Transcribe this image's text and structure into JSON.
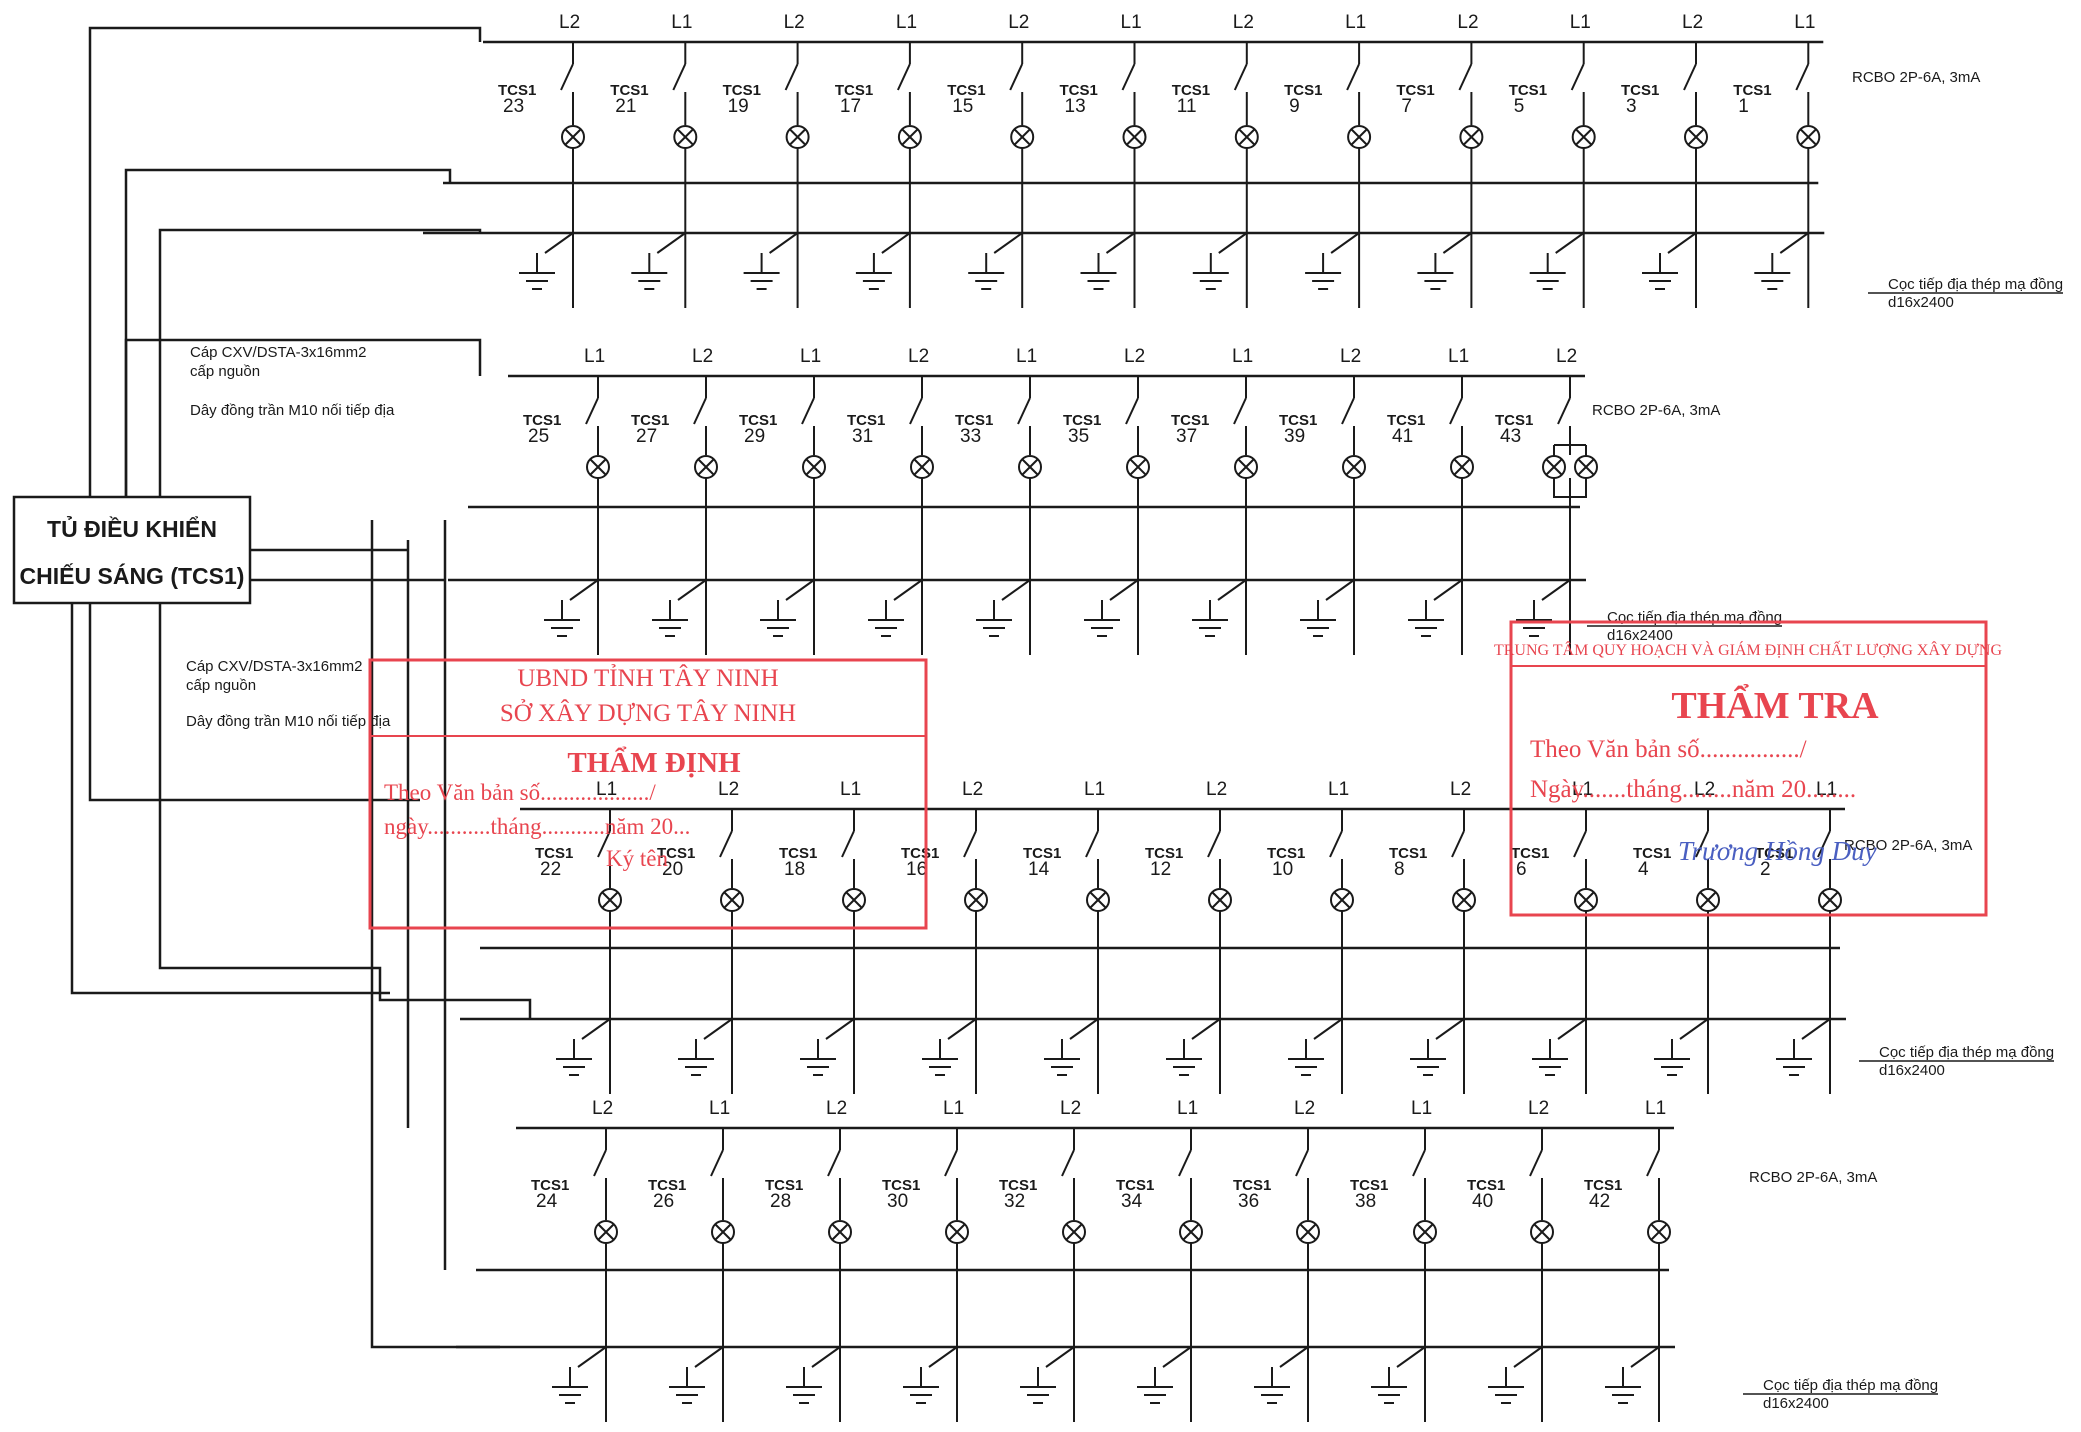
{
  "panel": {
    "line1": "TỦ ĐIỀU KHIỂN",
    "line2": "CHIẾU SÁNG (TCS1)"
  },
  "feed_notes": [
    {
      "cable": "Cáp CXV/DSTA-3x16mm2",
      "cable_note": "cấp nguồn",
      "earth": "Dây đồng trần M10 nối tiếp địa"
    },
    {
      "cable": "Cáp CXV/DSTA-3x16mm2",
      "cable_note": "cấp nguồn",
      "earth": "Dây đồng trần M10 nối tiếp địa"
    }
  ],
  "lamp_prefix": "TCS1",
  "rows": [
    {
      "rcbo": "RCBO 2P-6A, 3mA",
      "rod_label": "Cọc tiếp địa thép mạ đồng",
      "rod_size": "d16x2400",
      "phases": [
        "L2",
        "L1",
        "L2",
        "L1",
        "L2",
        "L1",
        "L2",
        "L1",
        "L2",
        "L1",
        "L2",
        "L1"
      ],
      "lamps": [
        "23",
        "21",
        "19",
        "17",
        "15",
        "13",
        "11",
        "9",
        "7",
        "5",
        "3",
        "1"
      ]
    },
    {
      "rcbo": "RCBO 2P-6A, 3mA",
      "rod_label": "Cọc tiếp địa thép mạ đồng",
      "rod_size": "d16x2400",
      "phases": [
        "L1",
        "L2",
        "L1",
        "L2",
        "L1",
        "L2",
        "L1",
        "L2",
        "L1",
        "L2"
      ],
      "lamps": [
        "25",
        "27",
        "29",
        "31",
        "33",
        "35",
        "37",
        "39",
        "41",
        "43"
      ]
    },
    {
      "rcbo": "RCBO 2P-6A, 3mA",
      "rod_label": "Cọc tiếp địa thép mạ đồng",
      "rod_size": "d16x2400",
      "phases": [
        "L1",
        "L2",
        "L1",
        "L2",
        "L1",
        "L2",
        "L1",
        "L2",
        "L1",
        "L2",
        "L1"
      ],
      "lamps": [
        "22",
        "20",
        "18",
        "16",
        "14",
        "12",
        "10",
        "8",
        "6",
        "4",
        "2"
      ]
    },
    {
      "rcbo": "RCBO 2P-6A, 3mA",
      "rod_label": "Cọc tiếp địa thép mạ đồng",
      "rod_size": "d16x2400",
      "phases": [
        "L2",
        "L1",
        "L2",
        "L1",
        "L2",
        "L1",
        "L2",
        "L1",
        "L2",
        "L1"
      ],
      "lamps": [
        "24",
        "26",
        "28",
        "30",
        "32",
        "34",
        "36",
        "38",
        "40",
        "42"
      ]
    }
  ],
  "stamp_left": {
    "line1": "UBND TỈNH TÂY NINH",
    "line2": "SỞ XÂY DỰNG TÂY NINH",
    "title": "THẨM ĐỊNH",
    "doc_line": "Theo Văn bản số.................../",
    "date_line": "ngày...........tháng...........năm 20...",
    "sign_line": "Ký tên"
  },
  "stamp_right": {
    "header": "TRUNG TÂM QUY HOẠCH VÀ GIÁM ĐỊNH CHẤT LƯỢNG XÂY DỰNG",
    "title": "THẨM TRA",
    "doc_line": "Theo Văn bản số................/",
    "date_line": "Ngày.......tháng........năm 20........",
    "signer": "Trương Hồng Duy"
  },
  "colors": {
    "ink": "#1a1a1a",
    "stamp": "#e8454f",
    "signature": "#4a5fc1"
  }
}
